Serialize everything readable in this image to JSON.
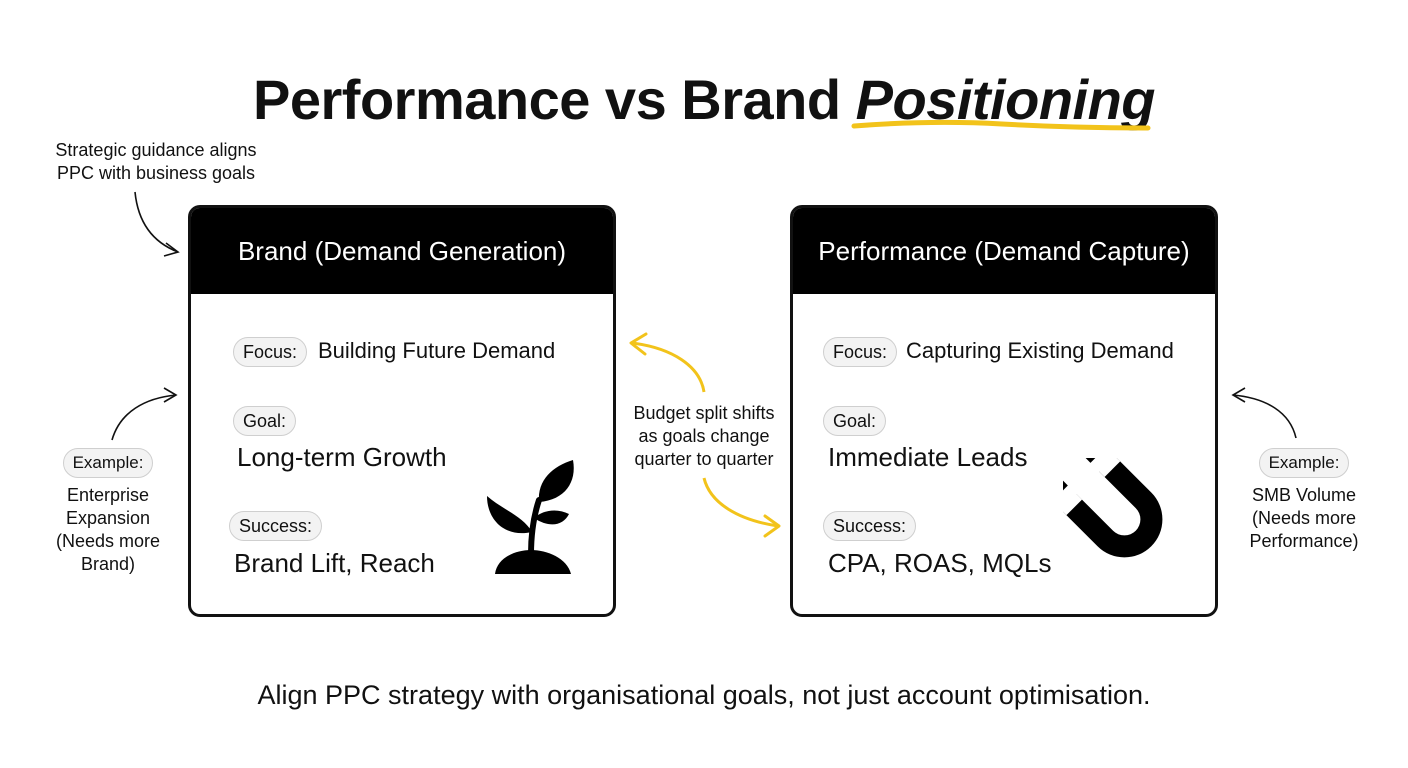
{
  "title": {
    "main": "Performance vs Brand",
    "emphasis": "Positioning"
  },
  "notes": {
    "strategic": [
      "Strategic guidance aligns",
      "PPC with business goals"
    ],
    "budget": [
      "Budget split shifts",
      "as goals change",
      "quarter to quarter"
    ]
  },
  "brand_card": {
    "heading": "Brand (Demand Generation)",
    "focus_label": "Focus:",
    "focus_value": "Building Future Demand",
    "goal_label": "Goal:",
    "goal_value": "Long-term Growth",
    "success_label": "Success:",
    "success_value": "Brand Lift, Reach",
    "icon": "plant-sprout-icon"
  },
  "performance_card": {
    "heading": "Performance (Demand Capture)",
    "focus_label": "Focus:",
    "focus_value": "Capturing Existing Demand",
    "goal_label": "Goal:",
    "goal_value": "Immediate Leads",
    "success_label": "Success:",
    "success_value": "CPA, ROAS, MQLs",
    "icon": "magnet-icon"
  },
  "examples": {
    "left": {
      "label": "Example:",
      "lines": [
        "Enterprise",
        "Expansion",
        "(Needs more",
        "Brand)"
      ]
    },
    "right": {
      "label": "Example:",
      "lines": [
        "SMB Volume",
        "(Needs more",
        "Performance)"
      ]
    }
  },
  "footer": "Align PPC strategy with organisational goals, not just account optimisation.",
  "colors": {
    "accent_yellow": "#F2C31B",
    "header_black": "#000000",
    "pill_bg": "#F3F3F3",
    "pill_border": "#CFCFCF"
  }
}
